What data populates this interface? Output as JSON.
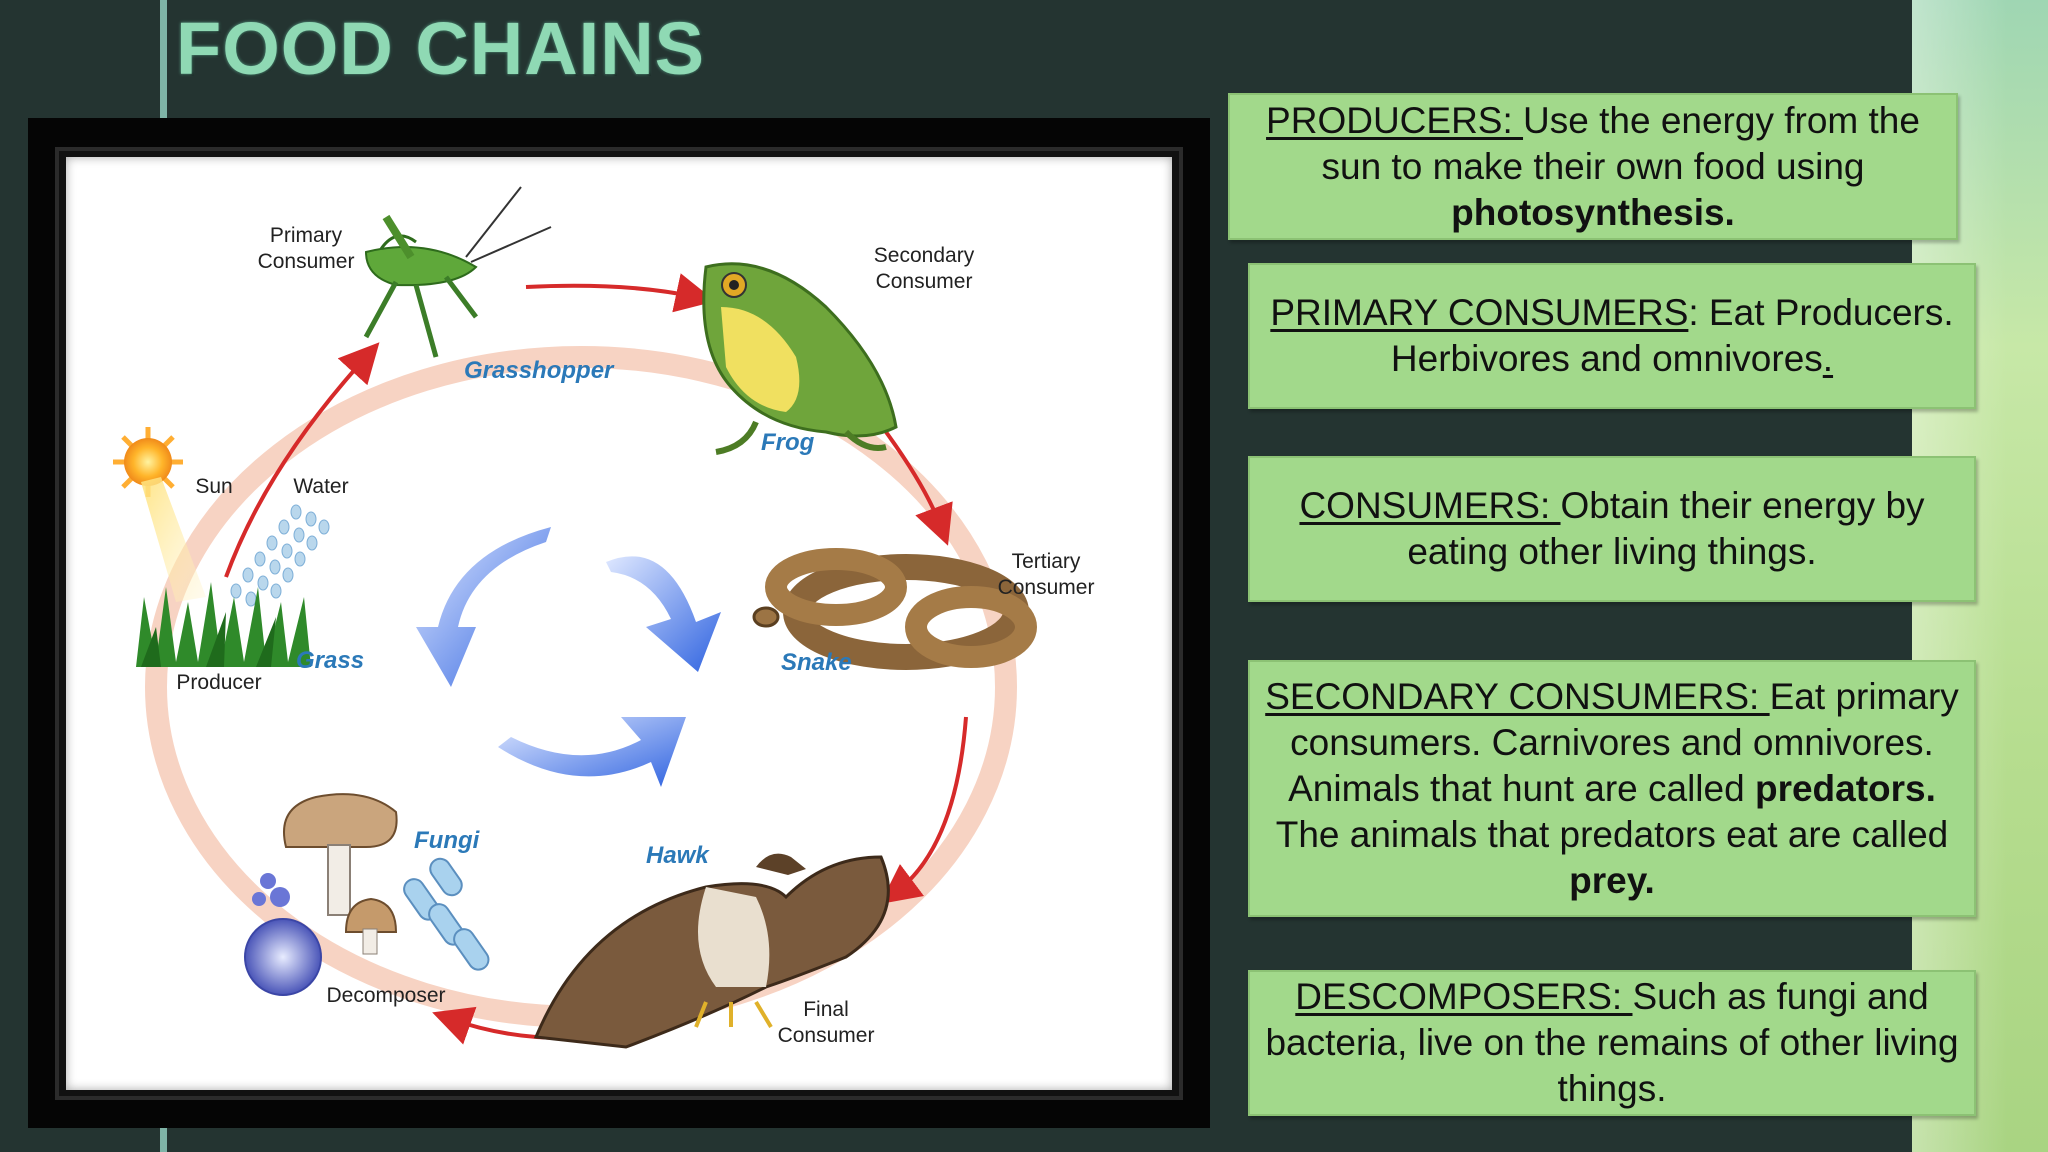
{
  "title": "FOOD CHAINS",
  "diagram": {
    "labels": {
      "primary_consumer": "Primary\nConsumer",
      "secondary_consumer": "Secondary\nConsumer",
      "tertiary_consumer": "Tertiary\nConsumer",
      "final_consumer": "Final\nConsumer",
      "producer": "Producer",
      "decomposer": "Decomposer",
      "sun": "Sun",
      "water": "Water"
    },
    "names": {
      "grasshopper": "Grasshopper",
      "frog": "Frog",
      "snake": "Snake",
      "hawk": "Hawk",
      "fungi": "Fungi",
      "grass": "Grass"
    }
  },
  "cards": {
    "producers": {
      "term": "PRODUCERS: ",
      "text": "Use the energy from the sun to make their own food using ",
      "bold": "photosynthesis."
    },
    "primary": {
      "term": "PRIMARY CONSUMERS",
      "text": ": Eat Producers. Herbivores and omnivores",
      "end": "."
    },
    "consumers": {
      "term": "CONSUMERS: ",
      "text": "Obtain their energy by eating other living things."
    },
    "secondary": {
      "term": "SECONDARY CONSUMERS: ",
      "text1": "Eat primary consumers. Carnivores and omnivores. Animals that hunt are called ",
      "bold1": "predators.",
      "text2": " The animals that predators eat are called ",
      "bold2": "prey."
    },
    "decomposers": {
      "term": "DESCOMPOSERS: ",
      "text": "Such as fungi and bacteria, live on the remains of other living things."
    }
  },
  "colors": {
    "background": "#243431",
    "title": "#8fd9b4",
    "card": "#a2d98b",
    "cycle_ring": "#f6cbb8",
    "cycle_arrow": "#d62a2a",
    "center_arrows": "#3c72e6"
  }
}
